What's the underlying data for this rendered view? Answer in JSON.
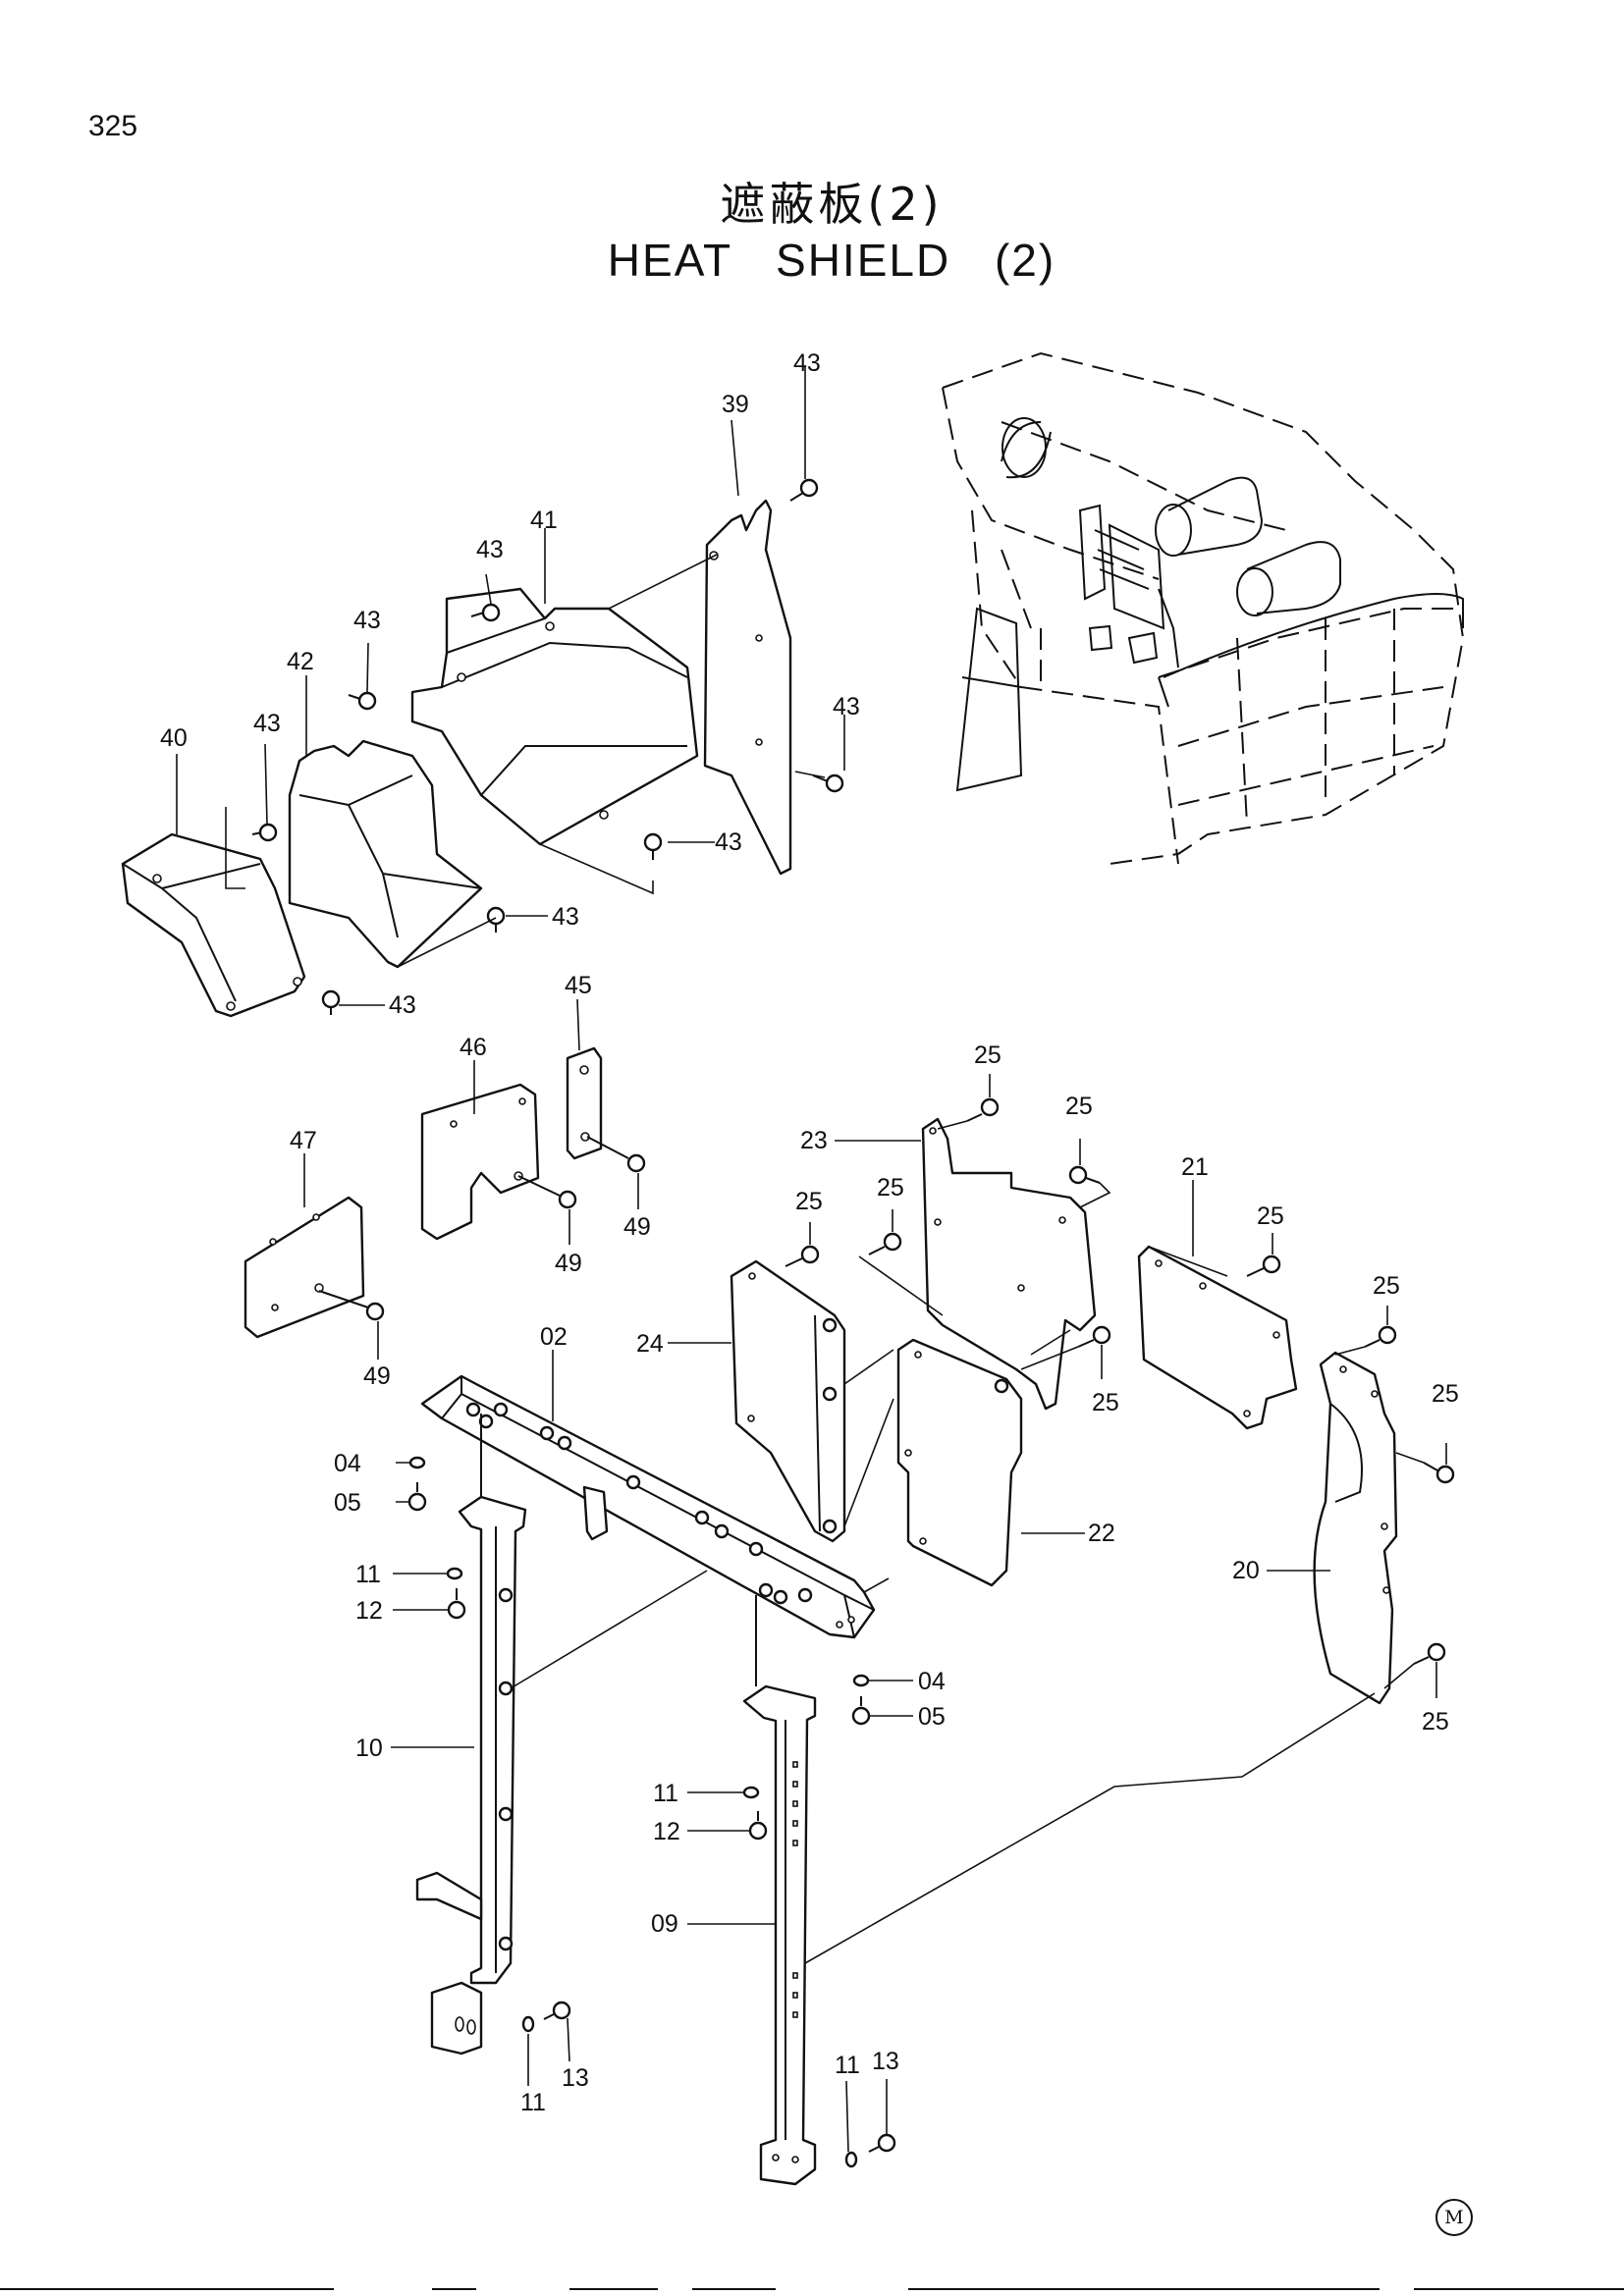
{
  "page": {
    "number": "325",
    "title_jp": "遮蔽板(2)",
    "title_en": "HEAT  SHIELD (2)",
    "mark": "M"
  },
  "callouts": {
    "c39": "39",
    "c41": "41",
    "c42": "42",
    "c40": "40",
    "c43a": "43",
    "c43b": "43",
    "c43c": "43",
    "c43d": "43",
    "c43e": "43",
    "c43f": "43",
    "c43g": "43",
    "c43h": "43",
    "c45": "45",
    "c46": "46",
    "c47": "47",
    "c49a": "49",
    "c49b": "49",
    "c49c": "49",
    "c23": "23",
    "c24": "24",
    "c21": "21",
    "c22": "22",
    "c20": "20",
    "c25a": "25",
    "c25b": "25",
    "c25c": "25",
    "c25d": "25",
    "c25e": "25",
    "c25f": "25",
    "c25g": "25",
    "c25h": "25",
    "c25i": "25",
    "c02": "02",
    "c04a": "04",
    "c05a": "05",
    "c04b": "04",
    "c05b": "05",
    "c11a": "11",
    "c12a": "12",
    "c11b": "11",
    "c12b": "12",
    "c11c": "11",
    "c13a": "13",
    "c11d": "11",
    "c13b": "13",
    "c10": "10",
    "c09": "09"
  }
}
